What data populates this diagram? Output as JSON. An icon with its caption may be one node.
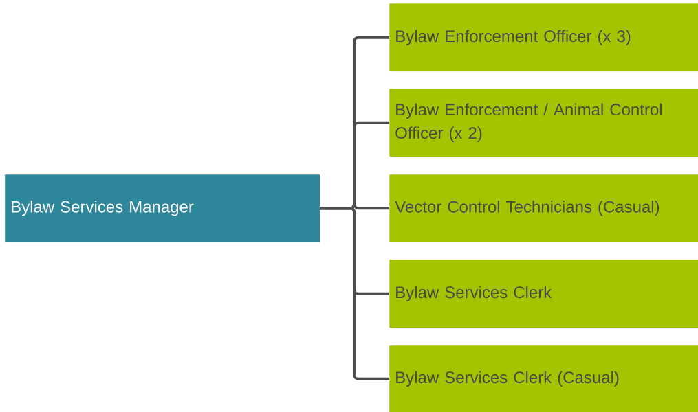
{
  "diagram": {
    "nodes": [
      {
        "text": [
          "Bylaw Services Manager"
        ]
      },
      {
        "text": [
          "Bylaw Enforcement Officer (x 3)"
        ]
      },
      {
        "text": [
          "Bylaw Enforcement / Animal Control Officer (x 2)"
        ]
      },
      {
        "text": [
          "Vector Control Technicians (Casual)"
        ]
      },
      {
        "text": [
          "Bylaw Services Clerk"
        ]
      },
      {
        "text": [
          "Bylaw Services Clerk (Casual)"
        ]
      }
    ],
    "edges": [
      {
        "from": 0,
        "to": 1,
        "arrow": "none"
      },
      {
        "from": 0,
        "to": 2,
        "arrow": "none"
      },
      {
        "from": 0,
        "to": 3,
        "arrow": "none"
      },
      {
        "from": 0,
        "to": 4,
        "arrow": "none"
      },
      {
        "from": 0,
        "to": 5,
        "arrow": "none"
      }
    ]
  }
}
